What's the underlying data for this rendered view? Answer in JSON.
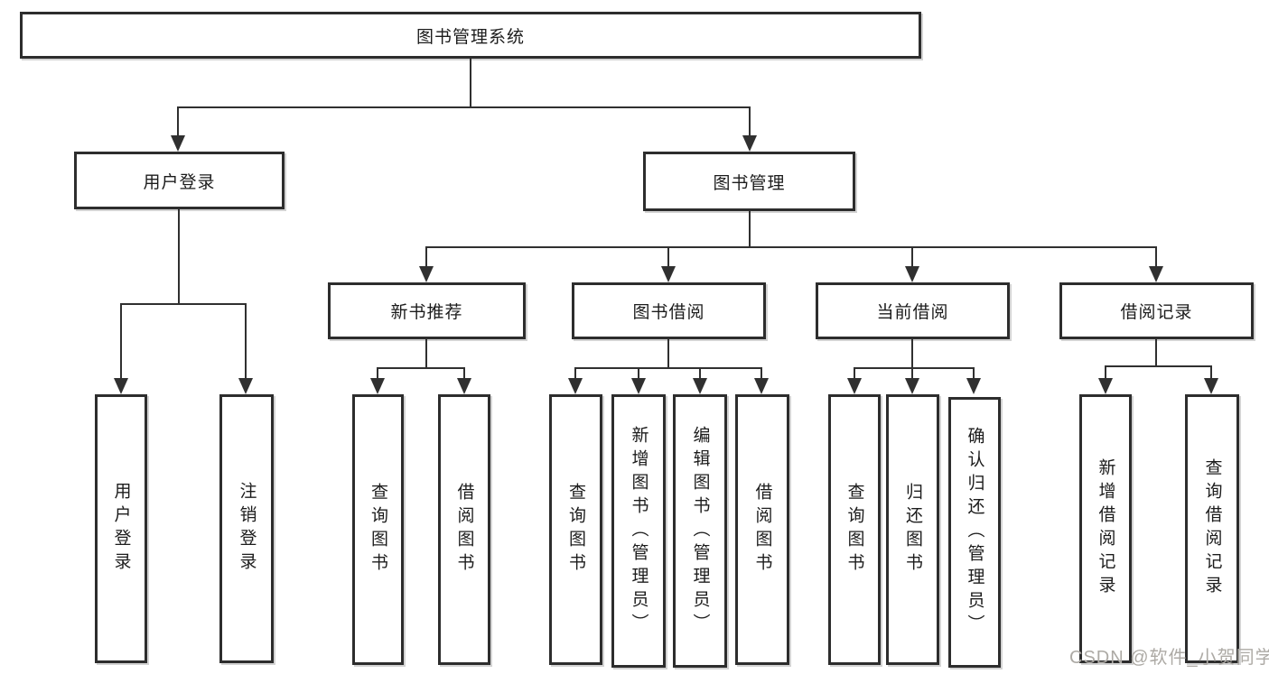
{
  "diagram": {
    "root": {
      "label": "图书管理系统"
    },
    "level2": {
      "user_login": {
        "label": "用户登录"
      },
      "book_management": {
        "label": "图书管理"
      }
    },
    "level3": {
      "new_book_recommend": {
        "label": "新书推荐"
      },
      "book_borrow": {
        "label": "图书借阅"
      },
      "current_borrow": {
        "label": "当前借阅"
      },
      "borrow_records": {
        "label": "借阅记录"
      }
    },
    "leaves": {
      "user_login_leaf": {
        "label": "用户登录"
      },
      "logout_leaf": {
        "label": "注销登录"
      },
      "nb_query_books": {
        "label": "查询图书"
      },
      "nb_borrow_books": {
        "label": "借阅图书"
      },
      "bb_query_books": {
        "label": "查询图书"
      },
      "bb_add_books_admin": {
        "label": "新增图书（管理员）"
      },
      "bb_edit_books_admin": {
        "label": "编辑图书（管理员）"
      },
      "bb_borrow_books": {
        "label": "借阅图书"
      },
      "cb_query_books": {
        "label": "查询图书"
      },
      "cb_return_books": {
        "label": "归还图书"
      },
      "cb_confirm_return_admin": {
        "label": "确认归还（管理员）"
      },
      "br_add_record": {
        "label": "新增借阅记录"
      },
      "br_query_record": {
        "label": "查询借阅记录"
      }
    }
  },
  "watermark": {
    "text": "CSDN @软件_小贺同学"
  },
  "colors": {
    "line": "#303030",
    "box_border": "#2d2d2d",
    "text": "#1c1c1c",
    "background": "#ffffff",
    "watermark": "#adaaa5"
  }
}
